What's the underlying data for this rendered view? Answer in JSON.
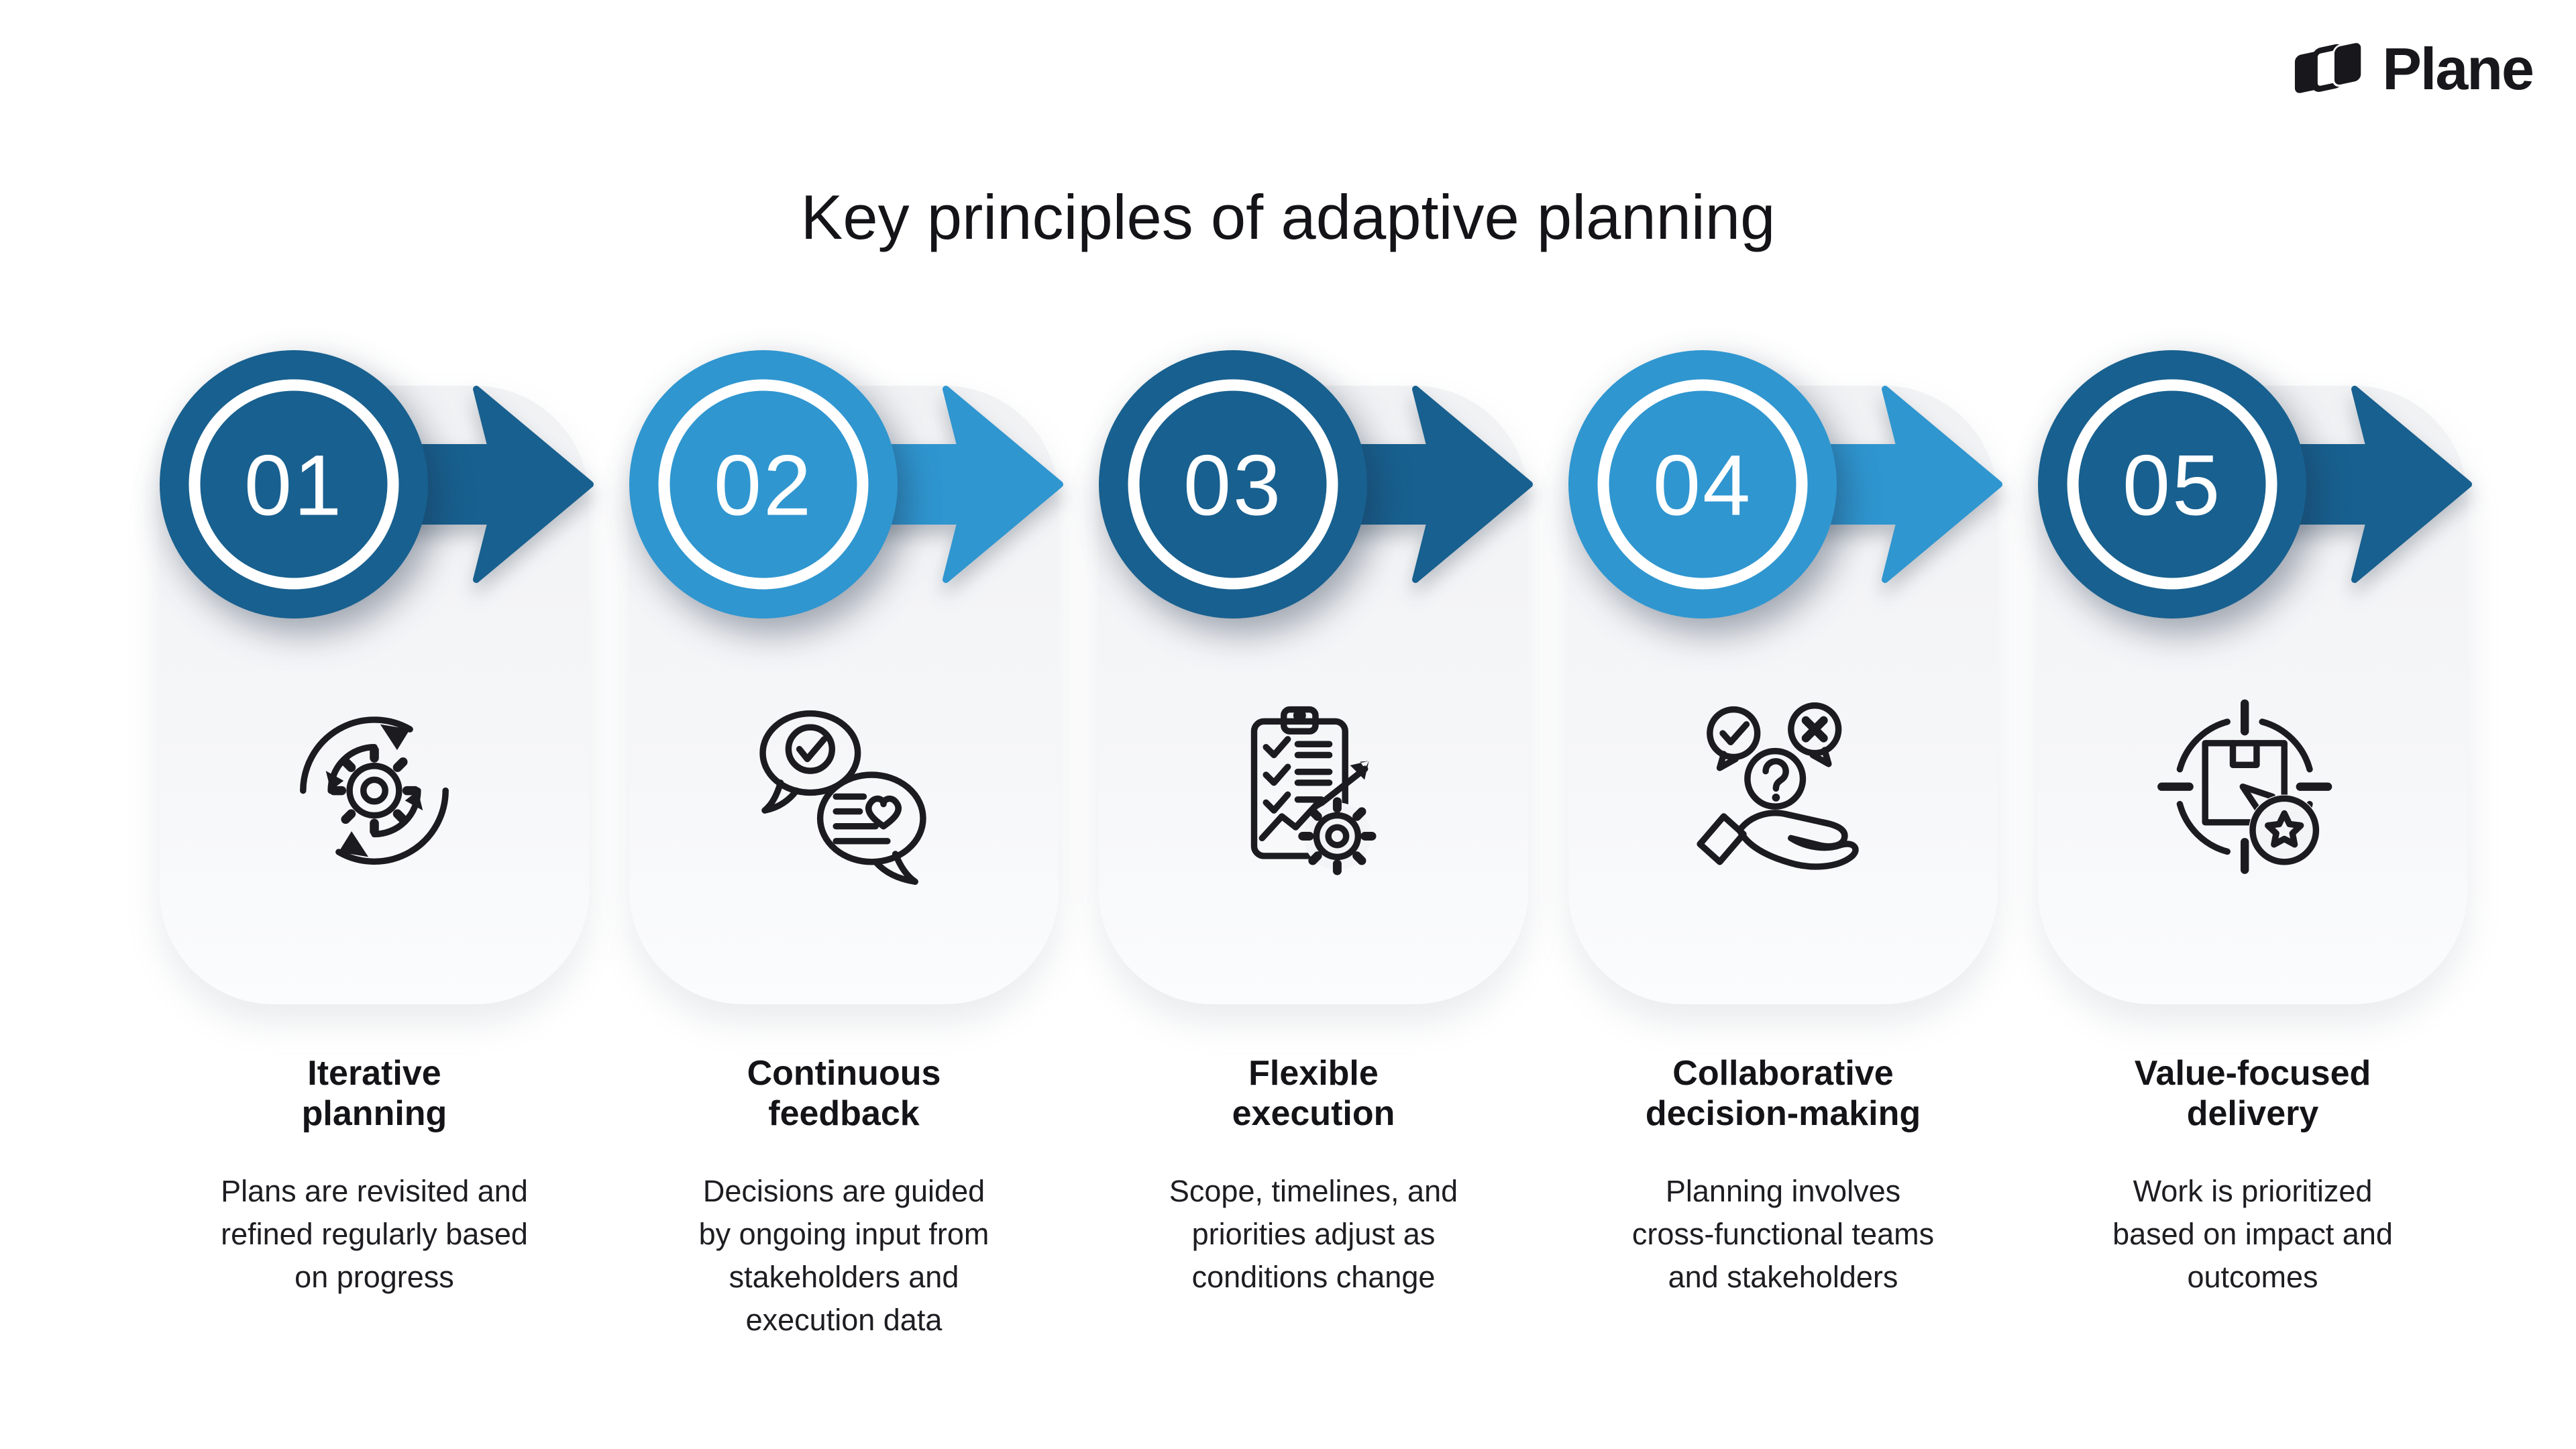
{
  "logo": {
    "text": "Plane",
    "mark_icon": "plane-logo-mark"
  },
  "title": "Key principles of adaptive planning",
  "colors": {
    "dark_blue": "#18608F",
    "light_blue": "#2F96D0",
    "card_bg_top": "#f1f2f4",
    "card_bg_bottom": "#fbfcfd",
    "text": "#141418",
    "page_bg": "#ffffff"
  },
  "cards": [
    {
      "number": "01",
      "accent": "dark",
      "icon": "iterative-cycle-icon",
      "heading": "Iterative planning",
      "heading_lines": [
        "Iterative",
        "planning"
      ],
      "description": "Plans are revisited and refined regularly based on progress"
    },
    {
      "number": "02",
      "accent": "light",
      "icon": "feedback-bubbles-icon",
      "heading": "Continuous feedback",
      "heading_lines": [
        "Continuous",
        "feedback"
      ],
      "description": "Decisions are guided by ongoing input from stakeholders and execution data"
    },
    {
      "number": "03",
      "accent": "dark",
      "icon": "clipboard-gear-icon",
      "heading": "Flexible execution",
      "heading_lines": [
        "Flexible",
        "execution"
      ],
      "description": "Scope, timelines, and priorities adjust as conditions change"
    },
    {
      "number": "04",
      "accent": "light",
      "icon": "decision-hand-icon",
      "heading": "Collaborative decision-making",
      "heading_lines": [
        "Collaborative",
        "decision-making"
      ],
      "description": "Planning involves cross-functional teams and stakeholders"
    },
    {
      "number": "05",
      "accent": "dark",
      "icon": "value-target-icon",
      "heading": "Value-focused delivery",
      "heading_lines": [
        "Value-focused",
        "delivery"
      ],
      "description": "Work is prioritized based on impact and outcomes"
    }
  ]
}
